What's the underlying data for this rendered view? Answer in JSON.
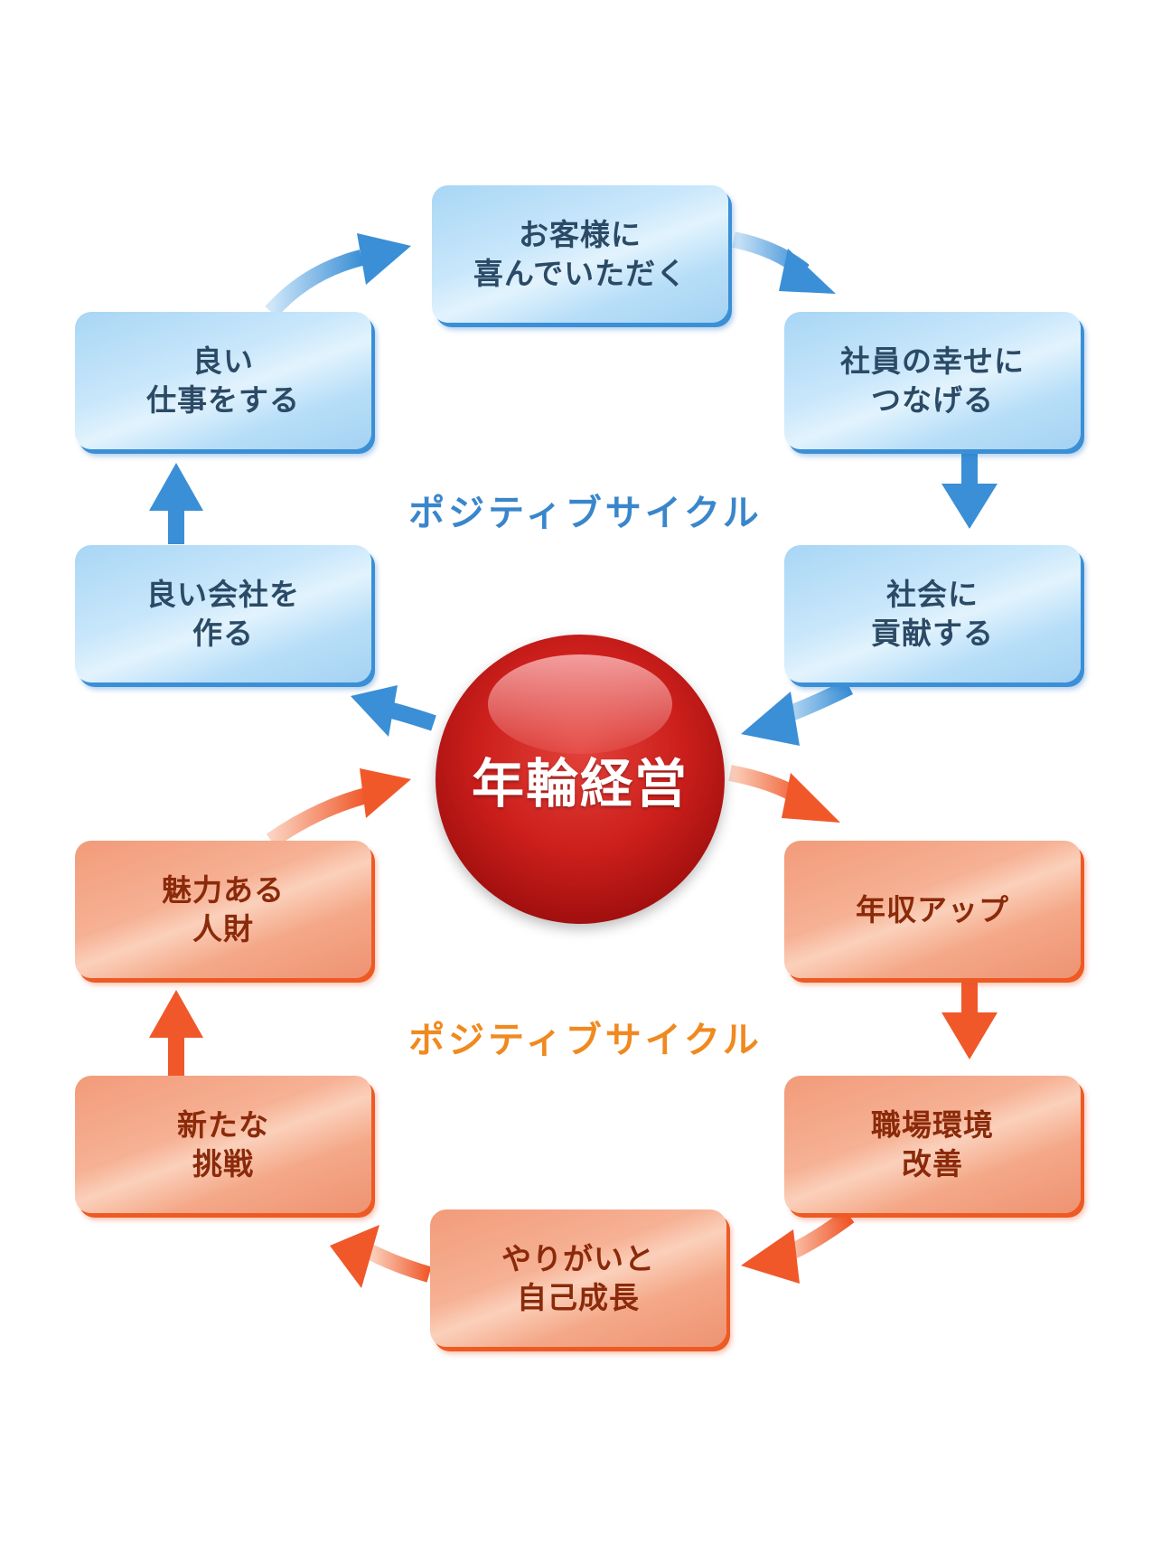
{
  "center": {
    "label": "年輪経営"
  },
  "cycles": [
    {
      "name": "blue",
      "label": "ポジティブサイクル",
      "color": "#3a86cc",
      "steps": [
        {
          "line1": "お客様に",
          "line2": "喜んでいただく"
        },
        {
          "line1": "社員の幸せに",
          "line2": "つなげる"
        },
        {
          "line1": "社会に",
          "line2": "貢献する"
        },
        {
          "line1": "良い会社を",
          "line2": "作る"
        },
        {
          "line1": "良い",
          "line2": "仕事をする"
        }
      ]
    },
    {
      "name": "orange",
      "label": "ポジティブサイクル",
      "color": "#f0891f",
      "steps": [
        {
          "line1": "年収アップ",
          "line2": ""
        },
        {
          "line1": "職場環境",
          "line2": "改善"
        },
        {
          "line1": "やりがいと",
          "line2": "自己成長"
        },
        {
          "line1": "新たな",
          "line2": "挑戦"
        },
        {
          "line1": "魅力ある",
          "line2": "人財"
        }
      ]
    }
  ],
  "colors": {
    "blue_arrow": "#3a8fd6",
    "orange_arrow": "#f0582a",
    "ball": "#cc1f1c"
  }
}
